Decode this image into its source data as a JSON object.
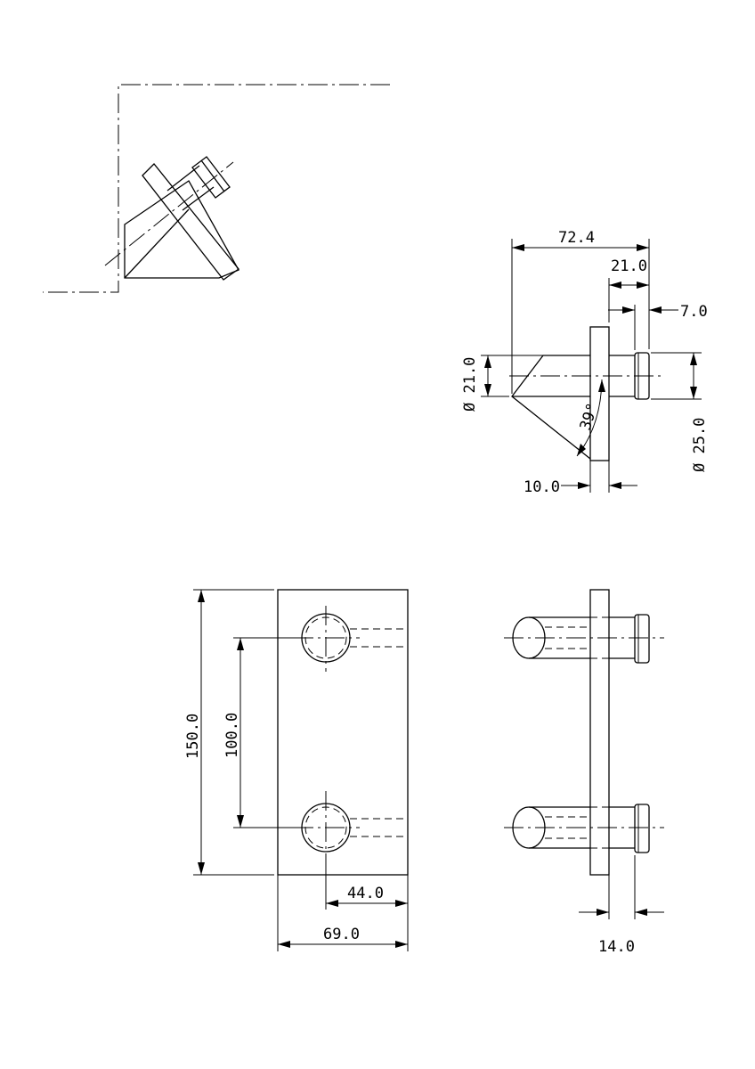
{
  "dimensions": {
    "side_length": "72.4",
    "side_flange_offset": "21.0",
    "side_head": "7.0",
    "side_diameter_pin": "Ø 21.0",
    "side_diameter_head": "Ø 25.0",
    "side_angle": "39°",
    "side_plate_thickness": "10.0",
    "front_height": "150.0",
    "front_hole_spacing": "100.0",
    "front_hole_offset": "44.0",
    "front_width": "69.0",
    "right_head_offset": "14.0"
  }
}
